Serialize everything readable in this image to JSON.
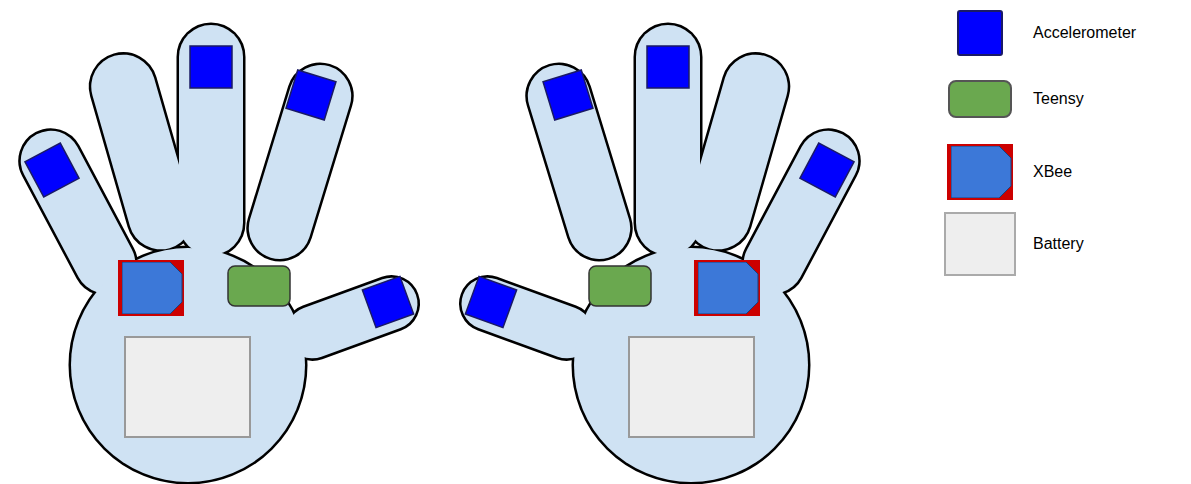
{
  "diagram": {
    "legend": [
      {
        "text": "Accelerometer",
        "color": "#0000ff"
      },
      {
        "text": "Teensy",
        "color": "#6aa84f"
      },
      {
        "text": "XBee"
      },
      {
        "text": "Battery",
        "color": "#eeeeee"
      }
    ]
  }
}
